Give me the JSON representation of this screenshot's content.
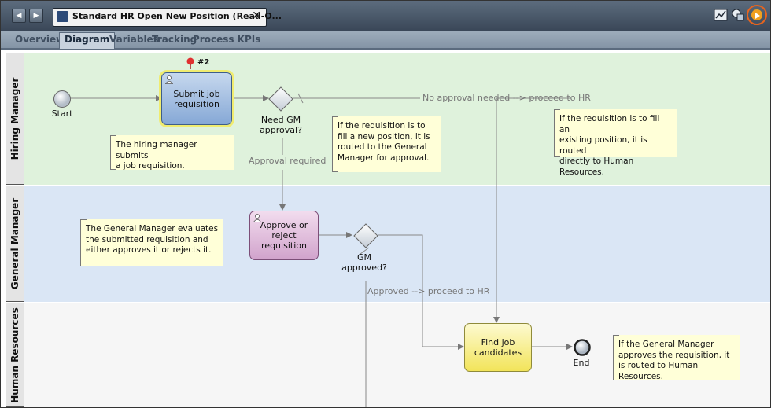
{
  "window": {
    "title": "Standard HR Open New Position (Read-O...",
    "close_glyph": "✕",
    "back_glyph": "◀",
    "forward_glyph": "▶"
  },
  "tabs": [
    "Overview",
    "Diagram",
    "Variables",
    "Tracking",
    "Process KPIs"
  ],
  "active_tab": "Diagram",
  "lanes": [
    "Hiring Manager",
    "General Manager",
    "Human Resources"
  ],
  "marker": {
    "label": "#2"
  },
  "events": {
    "start": "Start",
    "end": "End"
  },
  "tasks": {
    "submit": [
      "Submit job",
      "requisition"
    ],
    "approve": [
      "Approve or",
      "reject",
      "requisition"
    ],
    "find": [
      "Find job",
      "candidates"
    ]
  },
  "gateways": {
    "need_gm": [
      "Need GM",
      "approval?"
    ],
    "gm_approved": [
      "GM",
      "approved?"
    ]
  },
  "flow_labels": {
    "no_approval": "No approval needed --> proceed to HR",
    "approval_required": "Approval required",
    "approved": "Approved --> proceed to HR"
  },
  "notes": {
    "hm_submits": [
      "The hiring manager submits",
      "a job requisition."
    ],
    "new_position": [
      "If the requisition is to",
      "fill a new position, it is",
      "routed to the General",
      "Manager for approval."
    ],
    "existing_position": [
      "If the requisition is to fill an",
      "existing position, it is routed",
      "directly to Human Resources."
    ],
    "gm_evaluates": [
      "The General Manager evaluates",
      "the submitted requisition and",
      "either approves it or rejects it."
    ],
    "gm_approves": [
      "If the General Manager",
      "approves the requisition, it",
      "is routed to Human Resources."
    ]
  },
  "colors": {
    "lane_hiring": "#dff2dc",
    "lane_gm": "#dae6f5",
    "lane_hr": "#f6f6f6",
    "task_submit": "#8fb0da",
    "task_approve": "#d9b0d4",
    "task_find": "#f7ef82",
    "highlight": "#f0ec70",
    "note": "#ffffd8",
    "accent": "#e8641e"
  },
  "icons": [
    "back-icon",
    "forward-icon",
    "process-icon",
    "close-icon",
    "chart-icon",
    "shapes-icon",
    "play-icon",
    "person-icon",
    "pin-icon"
  ]
}
